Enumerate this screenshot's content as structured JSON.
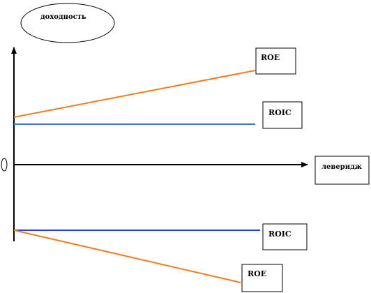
{
  "y_axis_label": "доходность",
  "x_axis_label": "леверидж",
  "origin_label": "0",
  "lines": [
    {
      "label": "ROE",
      "color": "#ef7d22",
      "trend": "increasing",
      "region": "positive returns"
    },
    {
      "label": "ROIC",
      "color": "#4472c4",
      "trend": "flat",
      "region": "positive returns"
    },
    {
      "label": "ROIC",
      "color": "#2e3fd4",
      "trend": "flat",
      "region": "negative returns"
    },
    {
      "label": "ROE",
      "color": "#ef7d22",
      "trend": "decreasing",
      "region": "negative returns"
    }
  ],
  "colors": {
    "axis": "#000000",
    "box_border": "#000000"
  }
}
